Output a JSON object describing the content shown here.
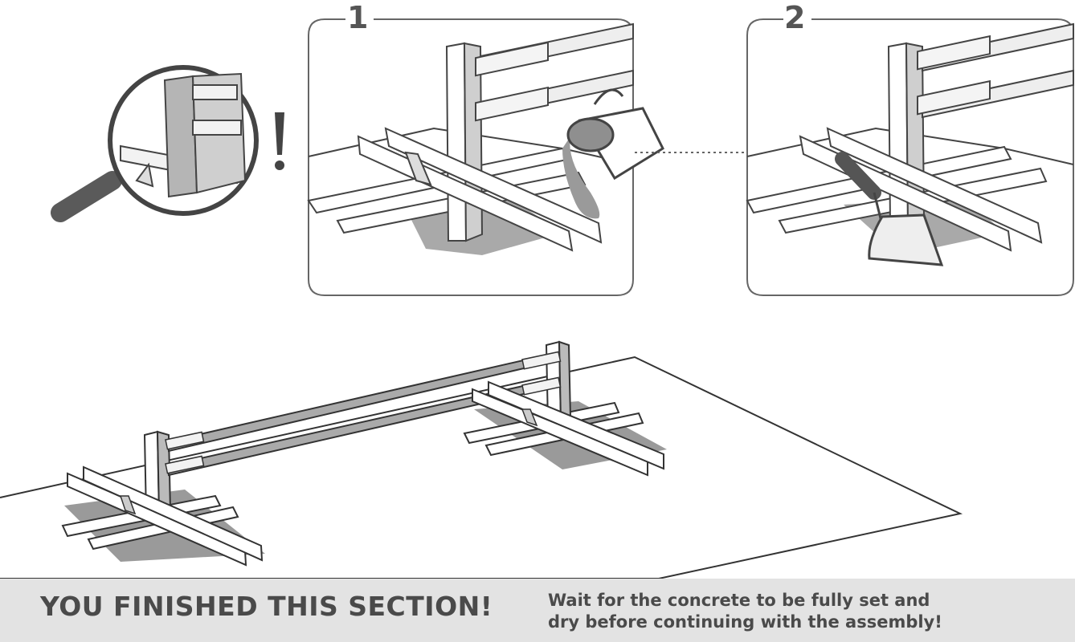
{
  "steps": [
    {
      "number": "1"
    },
    {
      "number": "2"
    }
  ],
  "footer": {
    "headline": "YOU FINISHED THIS SECTION!",
    "note_line1": "Wait for the concrete to be fully set and",
    "note_line2": "dry before continuing with the assembly!"
  },
  "icons": [
    "magnifier-icon",
    "warning-exclamation-icon",
    "bucket-icon",
    "trowel-icon"
  ],
  "colors": {
    "line": "#3a3a3a",
    "shade": "#9a9a9a",
    "light": "#d6d6d6",
    "footer": "#e3e3e3",
    "text": "#4a4a4a"
  }
}
